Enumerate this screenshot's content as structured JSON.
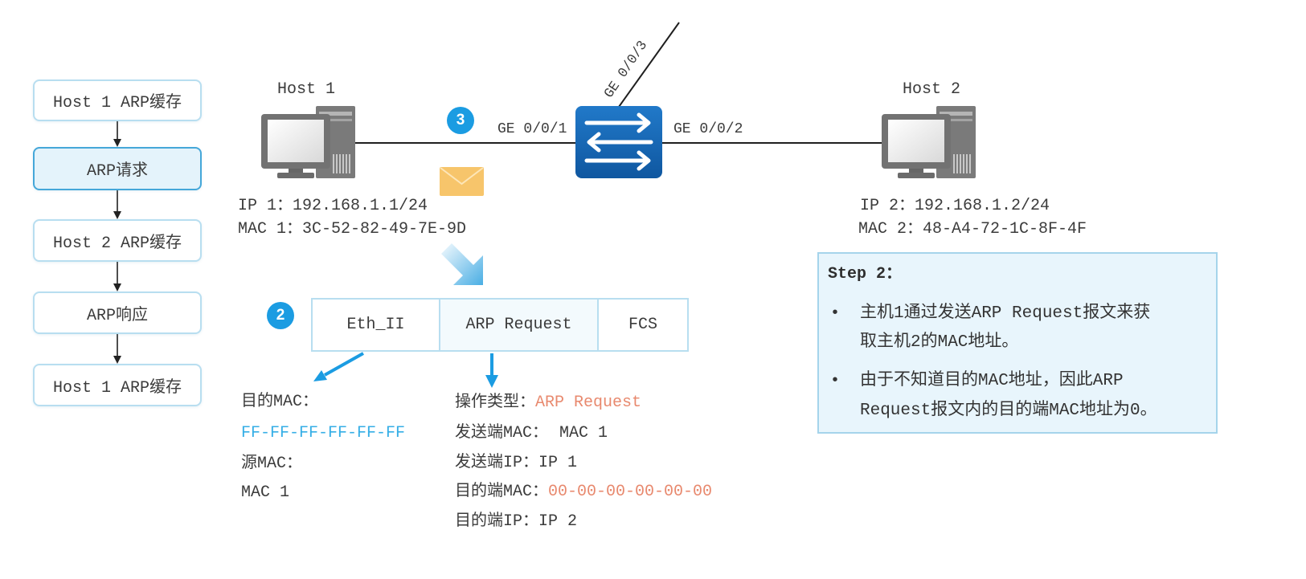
{
  "flow": {
    "steps": [
      "Host 1 ARP缓存",
      "ARP请求",
      "Host 2 ARP缓存",
      "ARP响应",
      "Host 1 ARP缓存"
    ],
    "active_index": 1
  },
  "topology": {
    "host1": {
      "name": "Host 1",
      "ip": "IP 1：192.168.1.1/24",
      "mac": "MAC 1：3C-52-82-49-7E-9D"
    },
    "host2": {
      "name": "Host 2",
      "ip": "IP 2：192.168.1.2/24",
      "mac": "MAC 2：48-A4-72-1C-8F-4F"
    },
    "switch_ports": {
      "left": "GE 0/0/1",
      "right": "GE 0/0/2",
      "up": "GE 0/0/3"
    },
    "link_badge": "3"
  },
  "frame": {
    "badge": "2",
    "fields": [
      "Eth_II",
      "ARP Request",
      "FCS"
    ]
  },
  "eth_header": {
    "dst_mac_label": "目的MAC：",
    "dst_mac": "FF-FF-FF-FF-FF-FF",
    "src_mac_label": "源MAC：",
    "src_mac": "MAC 1"
  },
  "arp_request": {
    "op_label": "操作类型：",
    "op": "ARP Request",
    "sender_mac_label": "发送端MAC：",
    "sender_mac": "MAC 1",
    "sender_ip_label": "发送端IP：",
    "sender_ip": "IP 1",
    "target_mac_label": "目的端MAC：",
    "target_mac": "00-00-00-00-00-00",
    "target_ip_label": "目的端IP：",
    "target_ip": "IP 2"
  },
  "step_note": {
    "title": "Step 2：",
    "bullets": [
      [
        "主机1通过发送ARP Request报文来获",
        "取主机2的MAC地址。"
      ],
      [
        "由于不知道目的MAC地址，因此ARP",
        "Request报文内的目的端MAC地址为0。"
      ]
    ]
  },
  "icons": {
    "host": "desktop-computer-icon",
    "switch": "switch-icon",
    "message": "envelope-icon",
    "pointer": "down-right-arrow-icon"
  },
  "colors": {
    "accent_blue": "#1b9ce2",
    "switch_blue": "#1767b7",
    "frame_border": "#b8def0",
    "active_step_fill": "#e4f3fb",
    "active_step_border": "#45a7d9",
    "broadcast_mac": "#35aee6",
    "highlight_value": "#e8896e",
    "envelope": "#f7c56b",
    "note_fill": "#e8f5fc",
    "note_border": "#a5d4eb",
    "host_gray": "#7a7a7a"
  }
}
